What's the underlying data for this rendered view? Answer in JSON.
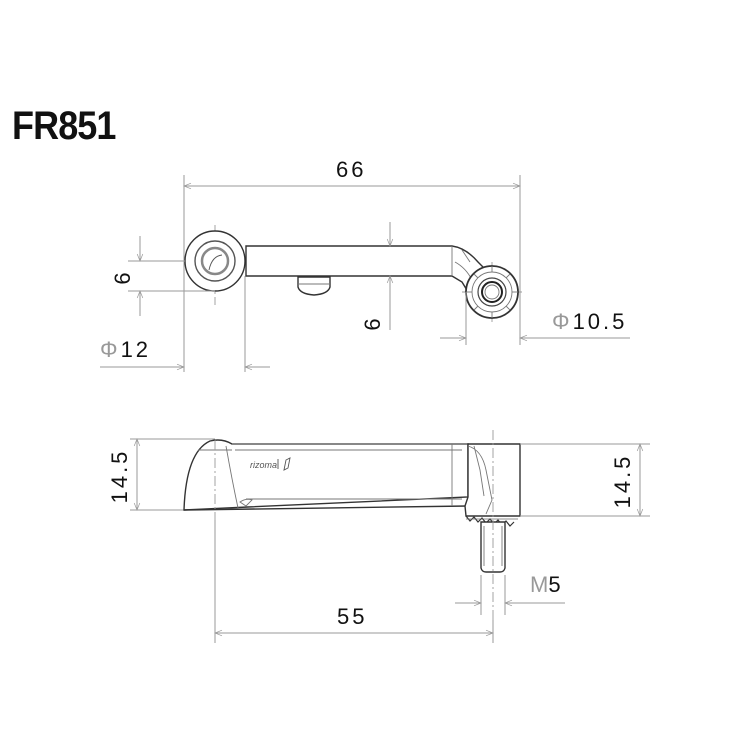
{
  "title": "FR851",
  "top_view": {
    "overall_length": "66",
    "left_eye_offset": "6",
    "arm_offset": "6",
    "left_eye_diameter_symbol": "Φ",
    "left_eye_diameter": "12",
    "right_eye_diameter_symbol": "Φ",
    "right_eye_diameter": "10.5"
  },
  "side_view": {
    "left_height": "14.5",
    "right_height": "14.5",
    "thread_prefix": "M",
    "thread_size": "5",
    "bolt_spacing": "55",
    "logo_text": "rizoma"
  },
  "colors": {
    "dimension_line": "#9a9a9a",
    "part_outline": "#333333",
    "text": "#111111"
  }
}
